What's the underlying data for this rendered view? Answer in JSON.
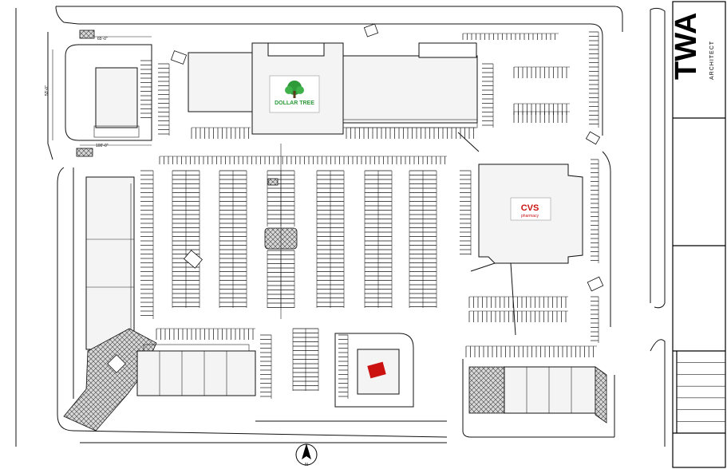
{
  "title_block": {
    "logo_main": "TWA",
    "logo_sub": "ARCHITECT",
    "revision_rows": 6
  },
  "tenants": [
    {
      "id": "dollar-tree",
      "label": "DOLLAR TREE",
      "color": "#2e9a3a"
    },
    {
      "id": "cvs",
      "label": "CVS",
      "sub": "pharmacy",
      "color": "#cc1111"
    },
    {
      "id": "outparcel-restaurant",
      "label": "",
      "color": "#cc1111"
    }
  ],
  "dimensions": {
    "dim_top": "65'-0\"",
    "dim_side": "53'-0\"",
    "dim_bottom": "100'-0\""
  },
  "north_arrow": {
    "label": "N"
  }
}
